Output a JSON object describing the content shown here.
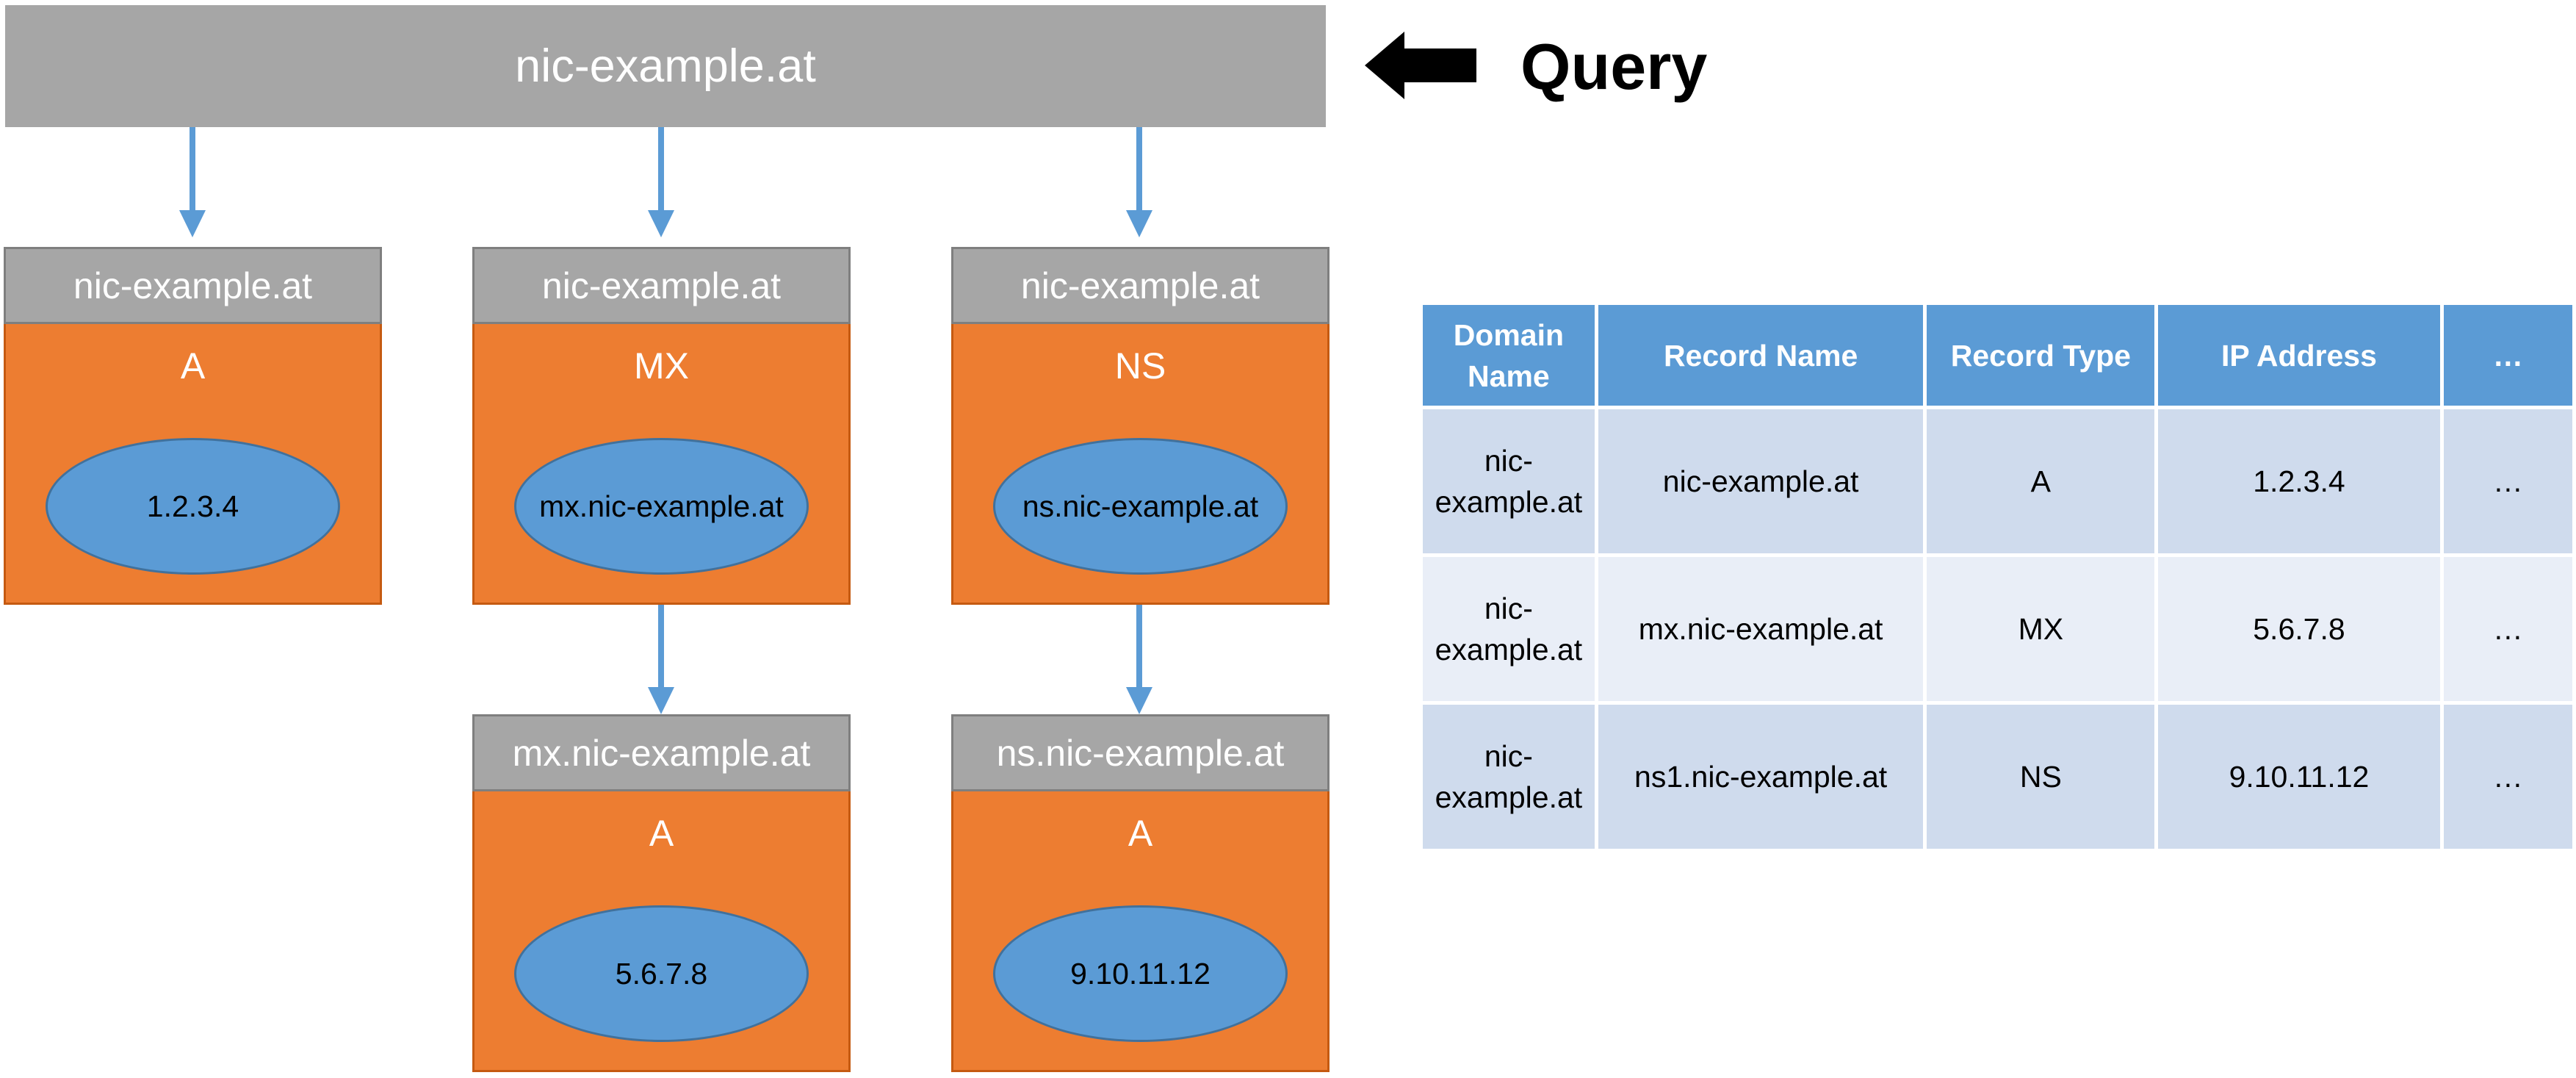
{
  "query": {
    "domain": "nic-example.at",
    "label": "Query"
  },
  "records": [
    {
      "name": "nic-example.at",
      "type": "A",
      "value": "1.2.3.4"
    },
    {
      "name": "nic-example.at",
      "type": "MX",
      "value": "mx.nic-example.at"
    },
    {
      "name": "nic-example.at",
      "type": "NS",
      "value": "ns.nic-example.at"
    },
    {
      "name": "mx.nic-example.at",
      "type": "A",
      "value": "5.6.7.8"
    },
    {
      "name": "ns.nic-example.at",
      "type": "A",
      "value": "9.10.11.12"
    }
  ],
  "table": {
    "headers": [
      "Domain Name",
      "Record Name",
      "Record Type",
      "IP Address",
      "…"
    ],
    "rows": [
      [
        "nic-example.at",
        "nic-example.at",
        "A",
        "1.2.3.4",
        "…"
      ],
      [
        "nic-example.at",
        "mx.nic-example.at",
        "MX",
        "5.6.7.8",
        "…"
      ],
      [
        "nic-example.at",
        "ns1.nic-example.at",
        "NS",
        "9.10.11.12",
        "…"
      ]
    ]
  },
  "colors": {
    "header_gray": "#a6a6a6",
    "record_orange": "#ed7d31",
    "value_blue": "#5b9bd5",
    "table_header": "#5b9bd5",
    "table_row_dark": "#cfdbed",
    "table_row_light": "#e9eef7"
  }
}
